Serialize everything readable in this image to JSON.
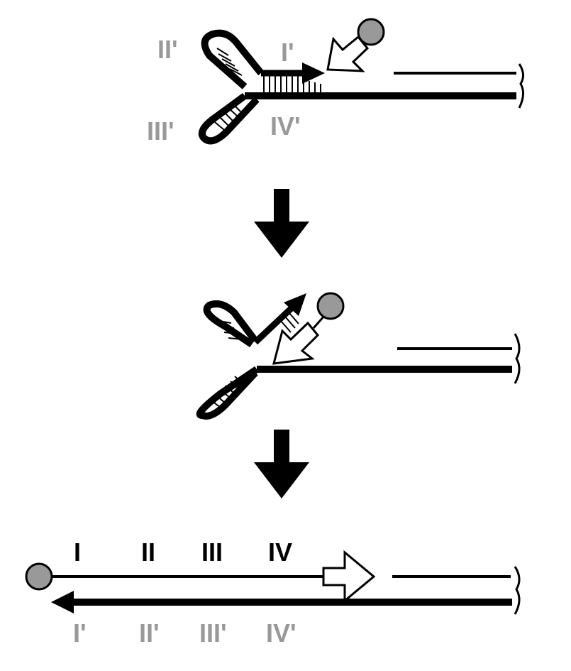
{
  "colors": {
    "primary": "#000000",
    "label_grey": "#999999",
    "fluorophore": "#999999",
    "background": "#ffffff"
  },
  "stage1": {
    "labels": {
      "ii_prime": "II'",
      "i_prime": "I'",
      "iii_prime": "III'",
      "iv_prime": "IV'"
    }
  },
  "stage3": {
    "top_labels": [
      "I",
      "II",
      "III",
      "IV"
    ],
    "bottom_labels": [
      "I'",
      "II'",
      "III'",
      "IV'"
    ]
  }
}
